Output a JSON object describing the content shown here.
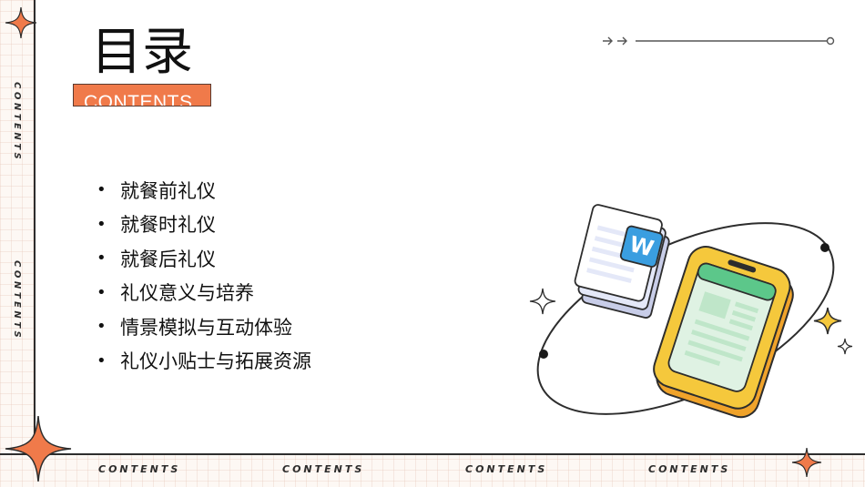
{
  "slide": {
    "title": "目录",
    "subtitle": "CONTENTS"
  },
  "decor": {
    "side_labels": [
      "CONTENTS",
      "CONTENTS"
    ],
    "bottom_labels": [
      "CONTENTS",
      "CONTENTS",
      "CONTENTS",
      "CONTENTS"
    ],
    "word_badge_letter": "W",
    "icons": [
      "sparkle-icon",
      "arrow-right-icon",
      "word-document-icon",
      "phone-spreadsheet-icon",
      "star-icon"
    ]
  },
  "toc": {
    "items": [
      "就餐前礼仪",
      "就餐时礼仪",
      "就餐后礼仪",
      "礼仪意义与培养",
      "情景模拟与互动体验",
      "礼仪小贴士与拓展资源"
    ]
  },
  "colors": {
    "accent_orange": "#f07a4a",
    "line_dark": "#2d2d2d",
    "phone_yellow": "#f5c83c",
    "phone_screen_green": "#bfe6c9",
    "word_blue": "#3a9ee0",
    "star_yellow": "#f5c83c"
  }
}
